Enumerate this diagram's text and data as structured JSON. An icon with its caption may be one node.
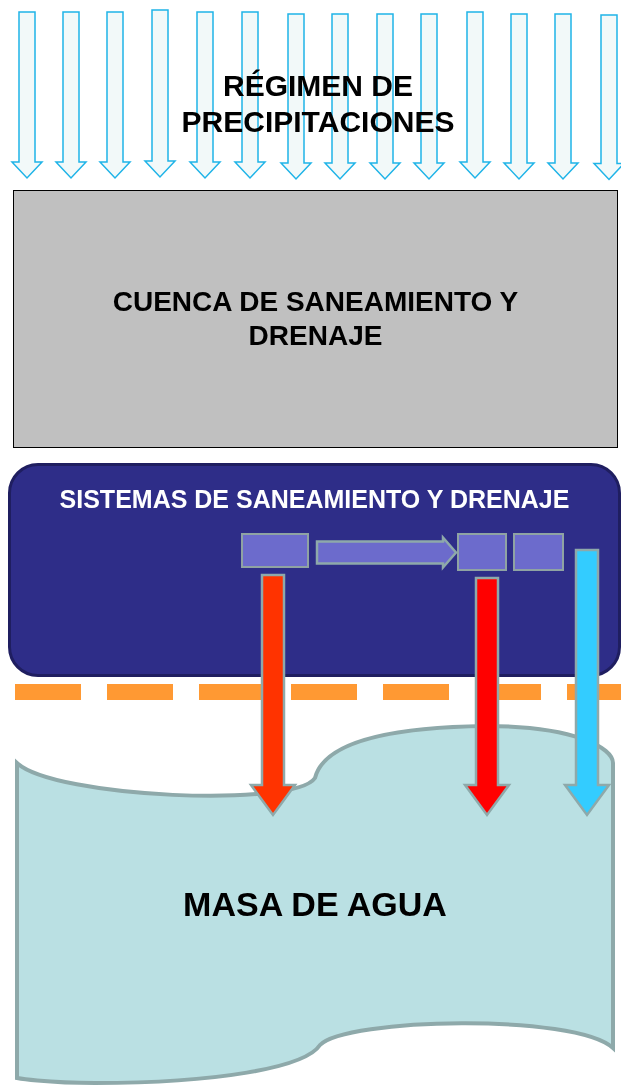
{
  "diagram": {
    "nodes": [
      {
        "text": [
          "RÉGIMEN DE PRECIPITACIONES"
        ]
      },
      {
        "text": [
          "CUENCA DE SANEAMIENTO Y DRENAJE"
        ]
      },
      {
        "text": [
          "SISTEMAS DE SANEAMIENTO Y DRENAJE"
        ]
      },
      {
        "text": [],
        "shape": "box",
        "in": 2
      },
      {
        "text": [],
        "shape": "box",
        "in": 2
      },
      {
        "text": [],
        "shape": "box",
        "in": 2
      },
      {
        "text": [
          "MASA DE AGUA"
        ]
      }
    ],
    "edges": [
      {
        "from": 3,
        "to": 4,
        "arrow": "to",
        "style": "thick",
        "color": "#6c6bcc"
      },
      {
        "from": 3,
        "to": 6,
        "arrow": "to",
        "style": "thick",
        "color": "#ff3300"
      },
      {
        "from": 4,
        "to": 6,
        "arrow": "to",
        "style": "thick",
        "color": "#ff0000"
      },
      {
        "from": null,
        "to": 6,
        "arrow": "to",
        "style": "thick",
        "color": "#33ccff"
      }
    ]
  }
}
